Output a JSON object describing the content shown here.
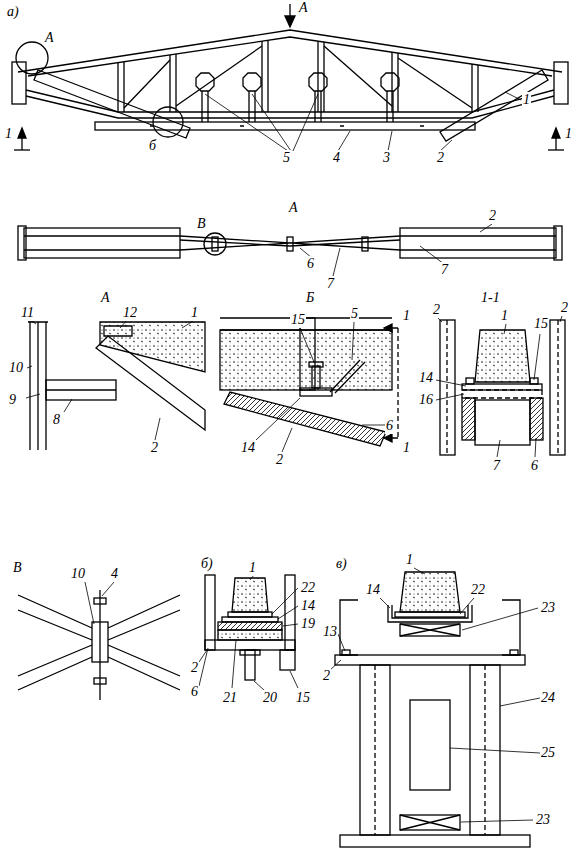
{
  "diagram": {
    "labels": [
      "а)",
      "А",
      "А",
      "б",
      "1",
      "5",
      "4",
      "3",
      "2",
      "1",
      "1",
      "А",
      "В",
      "6",
      "2",
      "7",
      "7",
      "А",
      "11",
      "12",
      "1",
      "10",
      "9",
      "8",
      "2",
      "Б",
      "15",
      "5",
      "1",
      "1",
      "14",
      "2",
      "6",
      "1-1",
      "2",
      "1",
      "15",
      "2",
      "14",
      "16",
      "7",
      "6",
      "В",
      "10",
      "4",
      "б)",
      "1",
      "22",
      "14",
      "19",
      "2",
      "6",
      "21",
      "20",
      "15",
      "в)",
      "1",
      "14",
      "22",
      "23",
      "13",
      "2",
      "24",
      "25",
      "23"
    ]
  }
}
